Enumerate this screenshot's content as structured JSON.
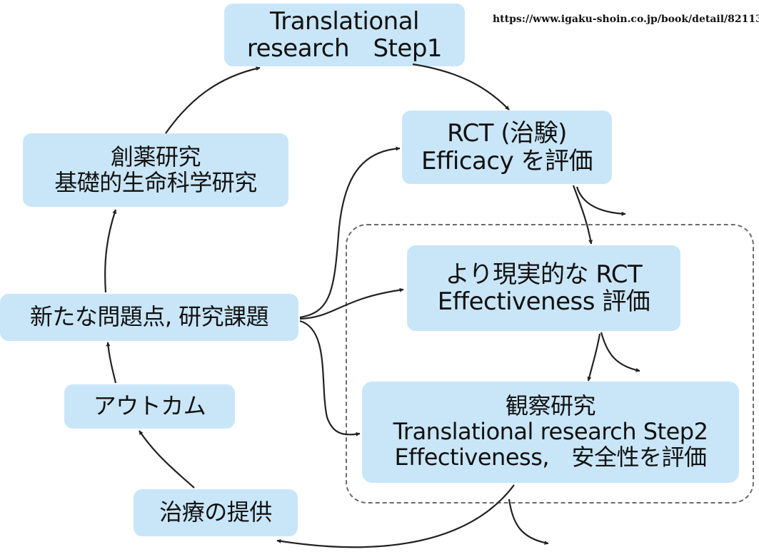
{
  "source_url": "https://www.igaku-shoin.co.jp/book/detail/82113",
  "nodes": {
    "translational_step1": [
      "Translational",
      "research　Step1"
    ],
    "rct_efficacy": [
      "RCT (治験)",
      "Efficacy を評価"
    ],
    "drug_discovery": [
      "創薬研究",
      "基礎的生命科学研究"
    ],
    "realistic_rct": [
      "より現実的な RCT",
      "Effectiveness 評価"
    ],
    "new_issues": [
      "新たな問題点, 研究課題"
    ],
    "observational": [
      "観察研究",
      "Translational research Step2",
      "Effectiveness,　安全性を評価"
    ],
    "outcome": [
      "アウトカム"
    ],
    "treatment": [
      "治療の提供"
    ]
  },
  "colors": {
    "box_fill": "#c9e6f8",
    "arrow": "#222222",
    "dashed_border": "#6b6b6b"
  }
}
